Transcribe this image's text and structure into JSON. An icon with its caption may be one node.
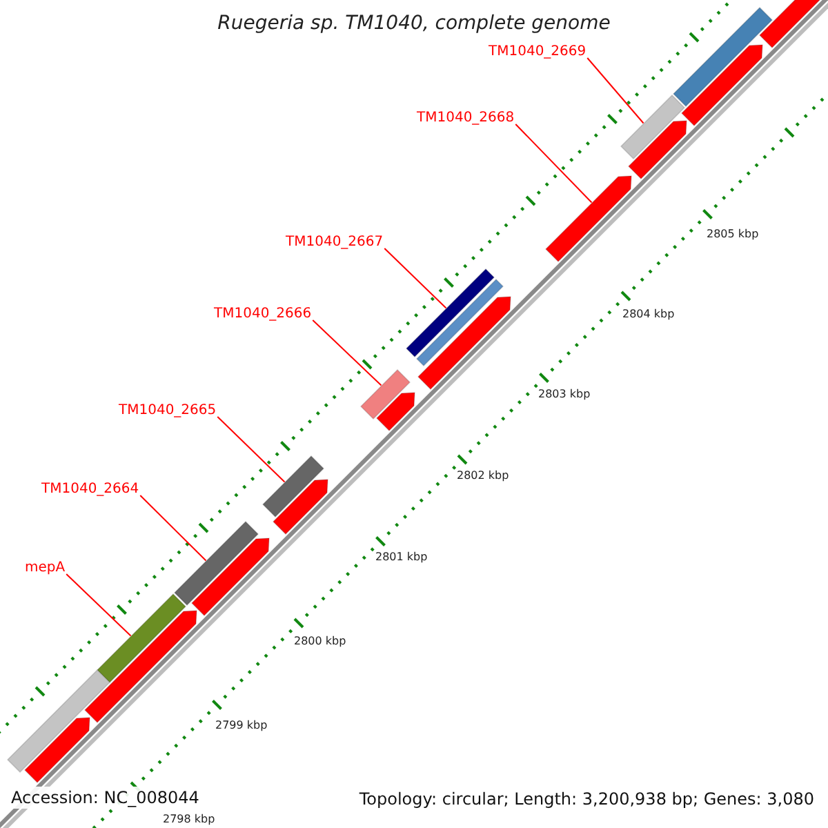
{
  "diagram": {
    "title": "Ruegeria sp. TM1040, complete genome",
    "nodes": [
      {
        "text": [
          "TM1040_2669"
        ]
      },
      {
        "text": [],
        "shape": "bar"
      },
      {
        "text": [
          "TM1040_2668"
        ]
      },
      {
        "text": [],
        "shape": "bar"
      },
      {
        "text": [
          "TM1040_2667"
        ]
      },
      {
        "text": [],
        "shape": "bar"
      },
      {
        "text": [
          "TM1040_2666"
        ]
      },
      {
        "text": [],
        "shape": "bar"
      },
      {
        "text": [
          "TM1040_2665"
        ]
      },
      {
        "text": [],
        "shape": "bar"
      },
      {
        "text": [
          "TM1040_2664"
        ]
      },
      {
        "text": [],
        "shape": "bar"
      },
      {
        "text": [
          "mepA"
        ]
      },
      {
        "text": [],
        "shape": "bar"
      },
      {
        "text": [],
        "shape": "bar"
      },
      {
        "text": [],
        "shape": "bar"
      },
      {
        "text": [],
        "shape": "bar"
      },
      {
        "text": [],
        "shape": "bar"
      },
      {
        "text": [],
        "shape": "bar"
      },
      {
        "text": [],
        "shape": "bar"
      },
      {
        "text": [],
        "shape": "bar"
      },
      {
        "text": [],
        "shape": "bar"
      },
      {
        "text": [],
        "shape": "bar"
      },
      {
        "text": [],
        "shape": "bar"
      },
      {
        "text": [],
        "shape": "bar"
      },
      {
        "text": [],
        "shape": "bar"
      }
    ],
    "edges": [
      {
        "from": 0,
        "to": 1,
        "arrow": "none"
      },
      {
        "from": 2,
        "to": 3,
        "arrow": "none"
      },
      {
        "from": 4,
        "to": 5,
        "arrow": "none"
      },
      {
        "from": 6,
        "to": 7,
        "arrow": "none"
      },
      {
        "from": 8,
        "to": 9,
        "arrow": "none"
      },
      {
        "from": 10,
        "to": 11,
        "arrow": "none"
      },
      {
        "from": 12,
        "to": 13,
        "arrow": "none"
      }
    ],
    "labels": [
      "2805 kbp",
      "2804 kbp",
      "2803 kbp",
      "2802 kbp",
      "2801 kbp",
      "2800 kbp",
      "2799 kbp",
      "2798 kbp",
      "Accession: NC_008044",
      "Topology: circular; Length: 3,200,938 bp; Genes: 3,080"
    ]
  }
}
